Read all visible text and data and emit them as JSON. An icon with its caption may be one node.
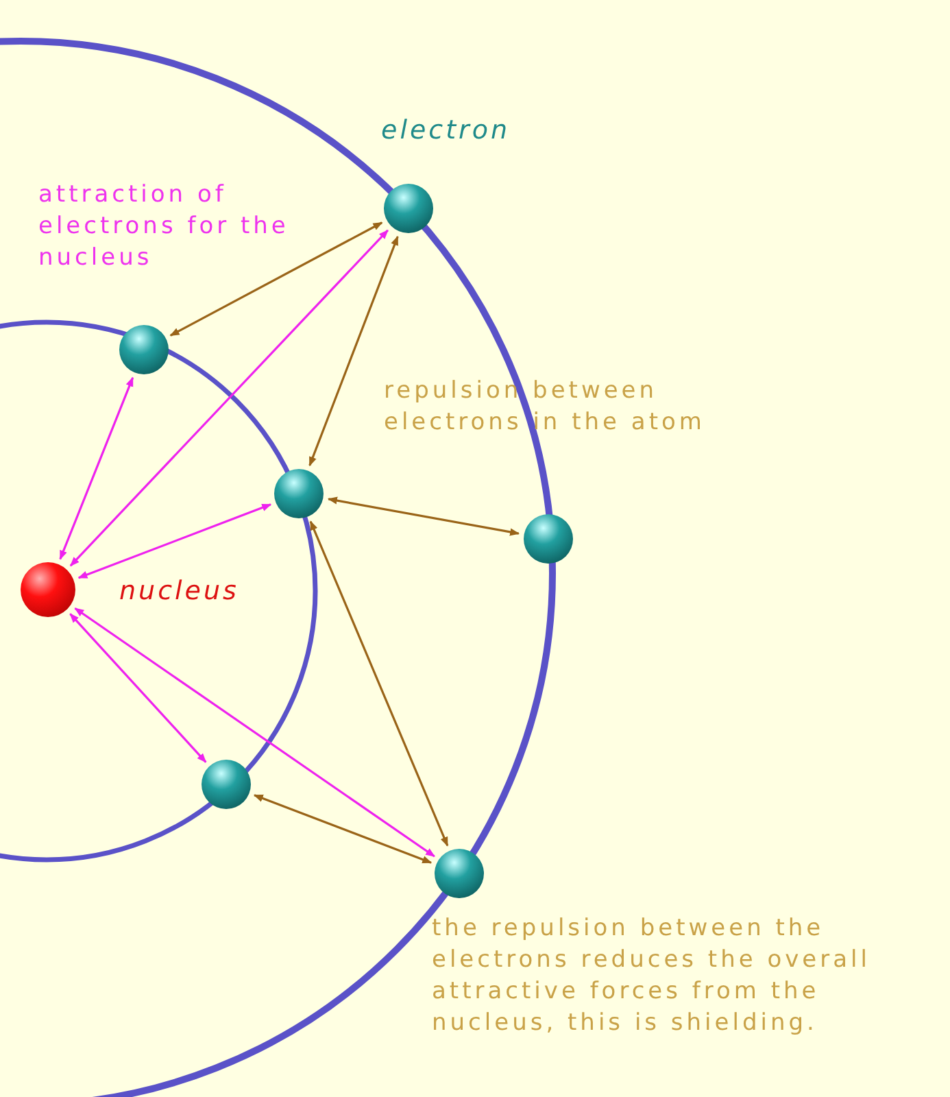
{
  "diagram": {
    "nodes": [
      {
        "text": [],
        "shape": "circle",
        "beside": [
          "nucleus"
        ]
      },
      {
        "text": [],
        "shape": "circle",
        "beside": [
          "electron"
        ]
      },
      {
        "text": [],
        "shape": "circle"
      },
      {
        "text": [],
        "shape": "circle"
      },
      {
        "text": [],
        "shape": "circle"
      },
      {
        "text": [],
        "shape": "circle"
      },
      {
        "text": [],
        "shape": "circle"
      }
    ],
    "edges": [
      {
        "from": 0,
        "to": 2,
        "arrow": "both",
        "color": "#ee22ee"
      },
      {
        "from": 0,
        "to": 1,
        "arrow": "both",
        "color": "#ee22ee"
      },
      {
        "from": 0,
        "to": 3,
        "arrow": "both",
        "color": "#ee22ee"
      },
      {
        "from": 0,
        "to": 5,
        "arrow": "both",
        "color": "#ee22ee"
      },
      {
        "from": 0,
        "to": 6,
        "arrow": "both",
        "color": "#ee22ee"
      },
      {
        "from": 1,
        "to": 2,
        "arrow": "both",
        "color": "#9a6418"
      },
      {
        "from": 1,
        "to": 3,
        "arrow": "both",
        "color": "#9a6418"
      },
      {
        "from": 3,
        "to": 4,
        "arrow": "both",
        "color": "#9a6418"
      },
      {
        "from": 3,
        "to": 6,
        "arrow": "both",
        "color": "#9a6418"
      },
      {
        "from": 5,
        "to": 6,
        "arrow": "both",
        "color": "#9a6418"
      }
    ],
    "labels": [
      "attraction of electrons for the nucleus",
      "repulsion between electrons in the atom",
      "the repulsion between the electrons reduces the overall attractive forces from the nucleus, this is shielding."
    ]
  }
}
